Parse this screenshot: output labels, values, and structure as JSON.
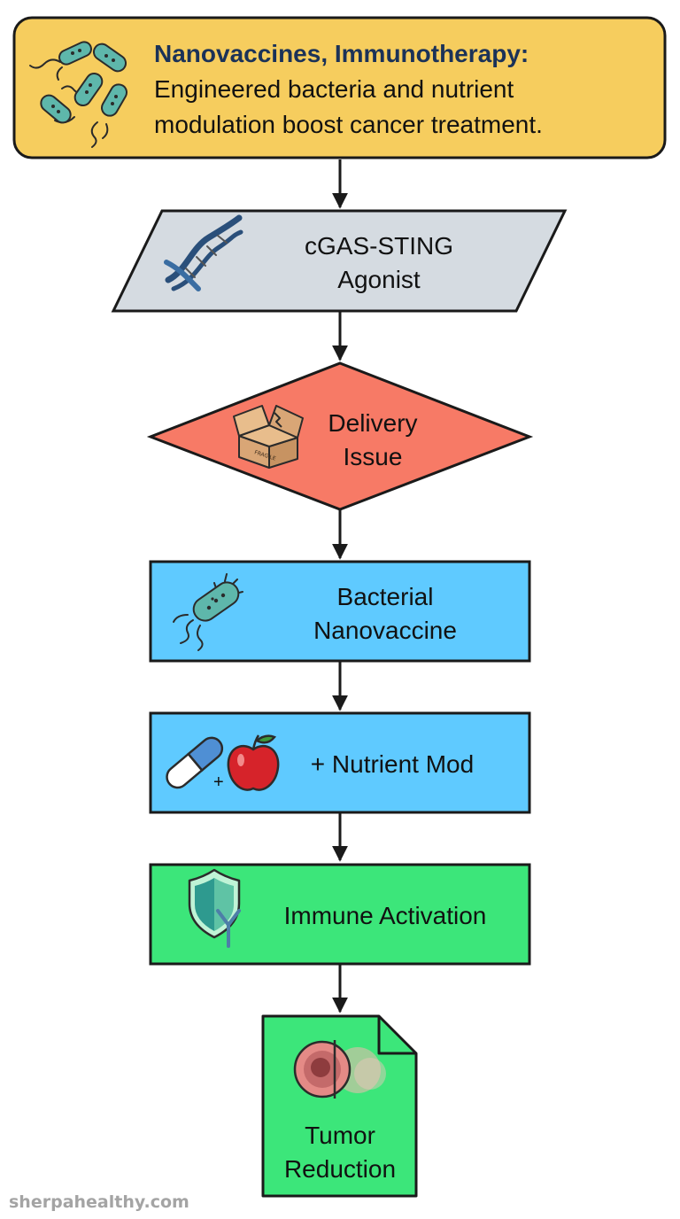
{
  "header": {
    "title_bold": "Nanovaccines, Immunotherapy:",
    "line_2": "Engineered bacteria and nutrient",
    "line_3": "modulation boost cancer treatment."
  },
  "nodes": [
    {
      "id": "agonist",
      "shape": "parallelogram",
      "fill": "#d5dbe1",
      "lines": [
        "cGAS-STING",
        "Agonist"
      ],
      "icon": "dna-icon"
    },
    {
      "id": "delivery",
      "shape": "diamond",
      "fill": "#f77a66",
      "lines": [
        "Delivery",
        "Issue"
      ],
      "icon": "fragile-box-icon",
      "icon_text": "FRAGILE"
    },
    {
      "id": "nanovaccine",
      "shape": "rectangle",
      "fill": "#5fcaff",
      "lines": [
        "Bacterial",
        "Nanovaccine"
      ],
      "icon": "bacterium-icon"
    },
    {
      "id": "nutrient",
      "shape": "rectangle",
      "fill": "#5fcaff",
      "lines": [
        "+ Nutrient Mod"
      ],
      "icon": "pill-apple-icon",
      "icon_text": "+"
    },
    {
      "id": "immune",
      "shape": "rectangle",
      "fill": "#3ce67a",
      "lines": [
        "Immune Activation"
      ],
      "icon": "shield-antibody-icon"
    },
    {
      "id": "tumor",
      "shape": "document",
      "fill": "#3ce67a",
      "lines": [
        "Tumor",
        "Reduction"
      ],
      "icon": "tumor-cell-icon"
    }
  ],
  "colors": {
    "header_fill": "#f6cd5e",
    "stroke": "#1a1a1a",
    "title": "#1b3258"
  },
  "watermark": "sherpahealthy.com"
}
